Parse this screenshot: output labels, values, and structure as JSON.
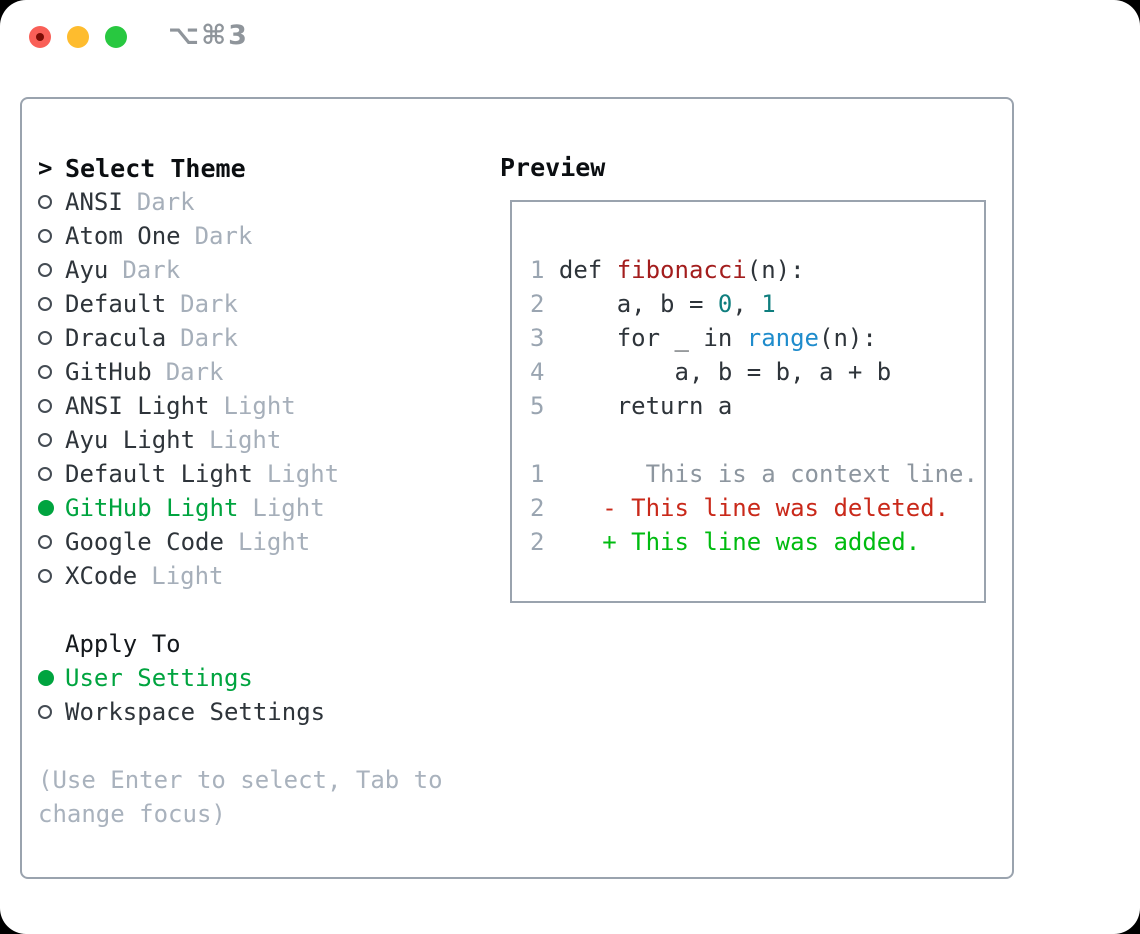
{
  "titlebar": {
    "shortcut_label": "⌥⌘3",
    "buttons": [
      {
        "name": "close"
      },
      {
        "name": "minimize"
      },
      {
        "name": "zoom"
      }
    ]
  },
  "theme_panel": {
    "header": {
      "prompt": ">",
      "title": "Select Theme"
    },
    "themes": [
      {
        "name": "ANSI",
        "tag": "Dark",
        "selected": false
      },
      {
        "name": "Atom One",
        "tag": "Dark",
        "selected": false
      },
      {
        "name": "Ayu",
        "tag": "Dark",
        "selected": false
      },
      {
        "name": "Default",
        "tag": "Dark",
        "selected": false
      },
      {
        "name": "Dracula",
        "tag": "Dark",
        "selected": false
      },
      {
        "name": "GitHub",
        "tag": "Dark",
        "selected": false
      },
      {
        "name": "ANSI Light",
        "tag": "Light",
        "selected": false
      },
      {
        "name": "Ayu Light",
        "tag": "Light",
        "selected": false
      },
      {
        "name": "Default Light",
        "tag": "Light",
        "selected": false
      },
      {
        "name": "GitHub Light",
        "tag": "Light",
        "selected": true
      },
      {
        "name": "Google Code",
        "tag": "Light",
        "selected": false
      },
      {
        "name": "XCode",
        "tag": "Light",
        "selected": false
      }
    ],
    "apply_to": {
      "title": "Apply To",
      "options": [
        {
          "label": "User Settings",
          "selected": true
        },
        {
          "label": "Workspace Settings",
          "selected": false
        }
      ]
    },
    "hint": "(Use Enter to select, Tab to change focus)"
  },
  "preview": {
    "title": "Preview",
    "lines": [
      {
        "kind": "code",
        "no": "1",
        "segs": [
          {
            "t": "def ",
            "c": "code"
          },
          {
            "t": "fibonacci",
            "c": "func"
          },
          {
            "t": "(n):",
            "c": "code"
          }
        ]
      },
      {
        "kind": "code",
        "no": "2",
        "segs": [
          {
            "t": "    a, b = ",
            "c": "code"
          },
          {
            "t": "0",
            "c": "num"
          },
          {
            "t": ", ",
            "c": "code"
          },
          {
            "t": "1",
            "c": "num"
          }
        ]
      },
      {
        "kind": "code",
        "no": "3",
        "segs": [
          {
            "t": "    for _ in ",
            "c": "code"
          },
          {
            "t": "range",
            "c": "builtin"
          },
          {
            "t": "(n):",
            "c": "code"
          }
        ]
      },
      {
        "kind": "code",
        "no": "4",
        "segs": [
          {
            "t": "        a, b = b, a + b",
            "c": "code"
          }
        ]
      },
      {
        "kind": "code",
        "no": "5",
        "segs": [
          {
            "t": "    return a",
            "c": "code"
          }
        ]
      },
      {
        "kind": "blank",
        "segs": []
      },
      {
        "kind": "diff-context",
        "no": "1",
        "segs": [
          {
            "t": "      This is a context line.",
            "c": "ctx"
          }
        ]
      },
      {
        "kind": "diff-deleted",
        "no": "2",
        "segs": [
          {
            "t": "   - This line was deleted.",
            "c": "del"
          }
        ]
      },
      {
        "kind": "diff-added",
        "no": "2",
        "segs": [
          {
            "t": "   + This line was added.",
            "c": "add"
          }
        ]
      }
    ]
  },
  "colors": {
    "selection_green": "#00a43f",
    "added_green": "#00bb10",
    "deleted_red": "#c9291a",
    "function_red": "#a31d1d",
    "builtin_blue": "#1f8ccc",
    "number_teal": "#0f7e7e",
    "muted_gray": "#a6afba",
    "line_number_gray": "#9aa5b1",
    "border_gray": "#9aa3ae",
    "traffic_red": "#f95f57",
    "traffic_yellow": "#febc2e",
    "traffic_green": "#28c840"
  }
}
